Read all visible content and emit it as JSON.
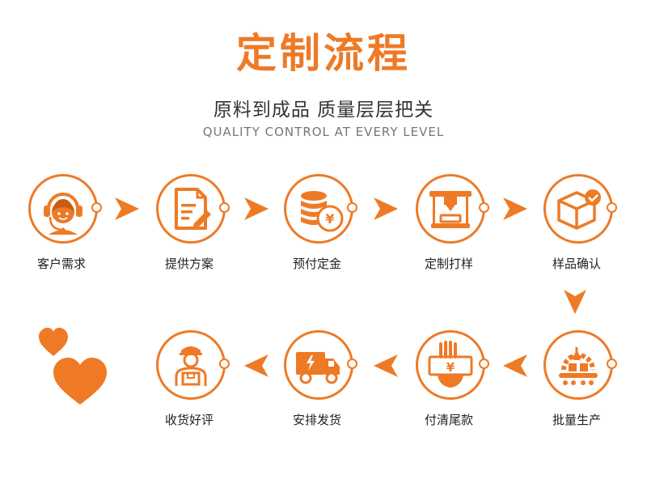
{
  "header": {
    "title": "定制流程",
    "subtitle": "原料到成品 质量层层把关",
    "subtitle_en": "QUALITY CONTROL AT EVERY LEVEL"
  },
  "colors": {
    "accent": "#ee7a26",
    "text": "#222222"
  },
  "steps": [
    {
      "label": "客户需求",
      "icon": "customer-service-icon"
    },
    {
      "label": "提供方案",
      "icon": "document-edit-icon"
    },
    {
      "label": "预付定金",
      "icon": "coins-yen-icon"
    },
    {
      "label": "定制打样",
      "icon": "3d-printer-icon"
    },
    {
      "label": "样品确认",
      "icon": "box-check-icon"
    },
    {
      "label": "批量生产",
      "icon": "factory-conveyor-icon"
    },
    {
      "label": "付清尾款",
      "icon": "hand-bill-yen-icon"
    },
    {
      "label": "安排发货",
      "icon": "delivery-truck-icon"
    },
    {
      "label": "收货好评",
      "icon": "courier-package-icon"
    }
  ],
  "decoration": {
    "icon": "hearts-icon"
  }
}
